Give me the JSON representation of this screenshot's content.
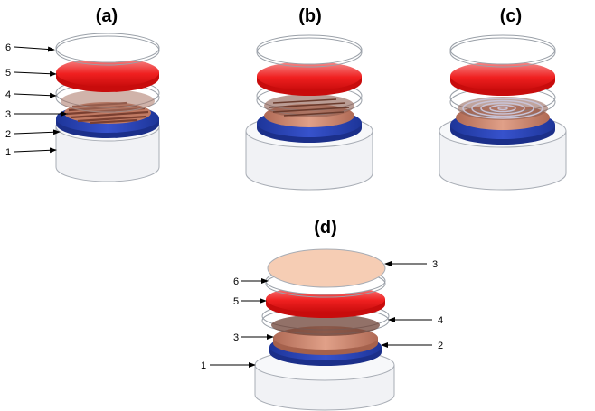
{
  "panels": {
    "a": {
      "label": "(a)",
      "callouts": [
        "6",
        "5",
        "4",
        "3",
        "2",
        "1"
      ]
    },
    "b": {
      "label": "(b)"
    },
    "c": {
      "label": "(c)"
    },
    "d": {
      "label": "(d)",
      "callouts_left": [
        "6",
        "5",
        "3",
        "1"
      ],
      "callouts_right": [
        "3",
        "4",
        "2"
      ]
    }
  },
  "colors": {
    "base": "#e8eaf0",
    "blue": "#2a44b8",
    "copper": "#c9826a",
    "red": "#f21a1a",
    "pink": "#f7b4b4",
    "peach": "#f6cdb4",
    "outline": "#9aa0a8"
  }
}
